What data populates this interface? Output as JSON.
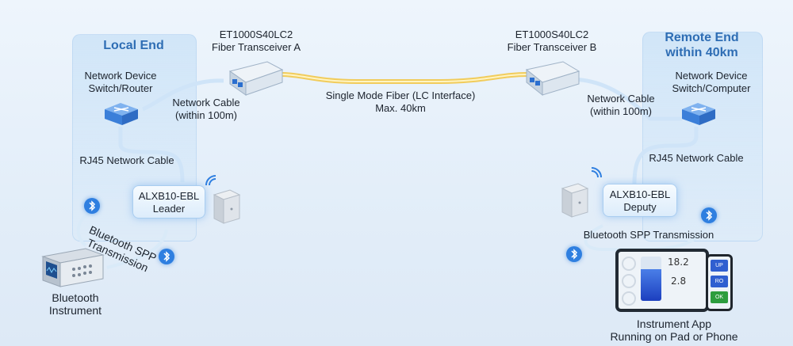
{
  "local_panel": {
    "title": "Local End"
  },
  "remote_panel": {
    "title_line1": "Remote End",
    "title_line2": "within 40km"
  },
  "transceiver_a": {
    "line1": "ET1000S40LC2",
    "line2": "Fiber Transceiver A"
  },
  "transceiver_b": {
    "line1": "ET1000S40LC2",
    "line2": "Fiber Transceiver B"
  },
  "fiber": {
    "line1": "Single Mode Fiber (LC Interface)",
    "line2": "Max. 40km"
  },
  "local_device": {
    "line1": "Network Device",
    "line2": "Switch/Router"
  },
  "remote_device": {
    "line1": "Network Device",
    "line2": "Switch/Computer"
  },
  "local_cable": {
    "line1": "Network Cable",
    "line2": "(within 100m)"
  },
  "remote_cable": {
    "line1": "Network Cable",
    "line2": "(within 100m)"
  },
  "local_rj45": "RJ45 Network Cable",
  "remote_rj45": "RJ45 Network Cable",
  "leader": {
    "line1": "ALXB10-EBL",
    "line2": "Leader"
  },
  "deputy": {
    "line1": "ALXB10-EBL",
    "line2": "Deputy"
  },
  "local_bt": {
    "line1": "Bluetooth SPP",
    "line2": "Transmission"
  },
  "remote_bt": "Bluetooth SPP Transmission",
  "instrument": {
    "line1": "Bluetooth",
    "line2": "Instrument"
  },
  "app": {
    "line1": "Instrument App",
    "line2": "Running on Pad or Phone",
    "readout1": "18.2",
    "readout2": "2.8",
    "phone_buttons": [
      "UP",
      "RO",
      "OK"
    ]
  },
  "colors": {
    "accent": "#2e6db4",
    "bluetooth": "#2f7fe0",
    "fiber": "#f2c84a",
    "device_blue": "#3b7fd9"
  }
}
